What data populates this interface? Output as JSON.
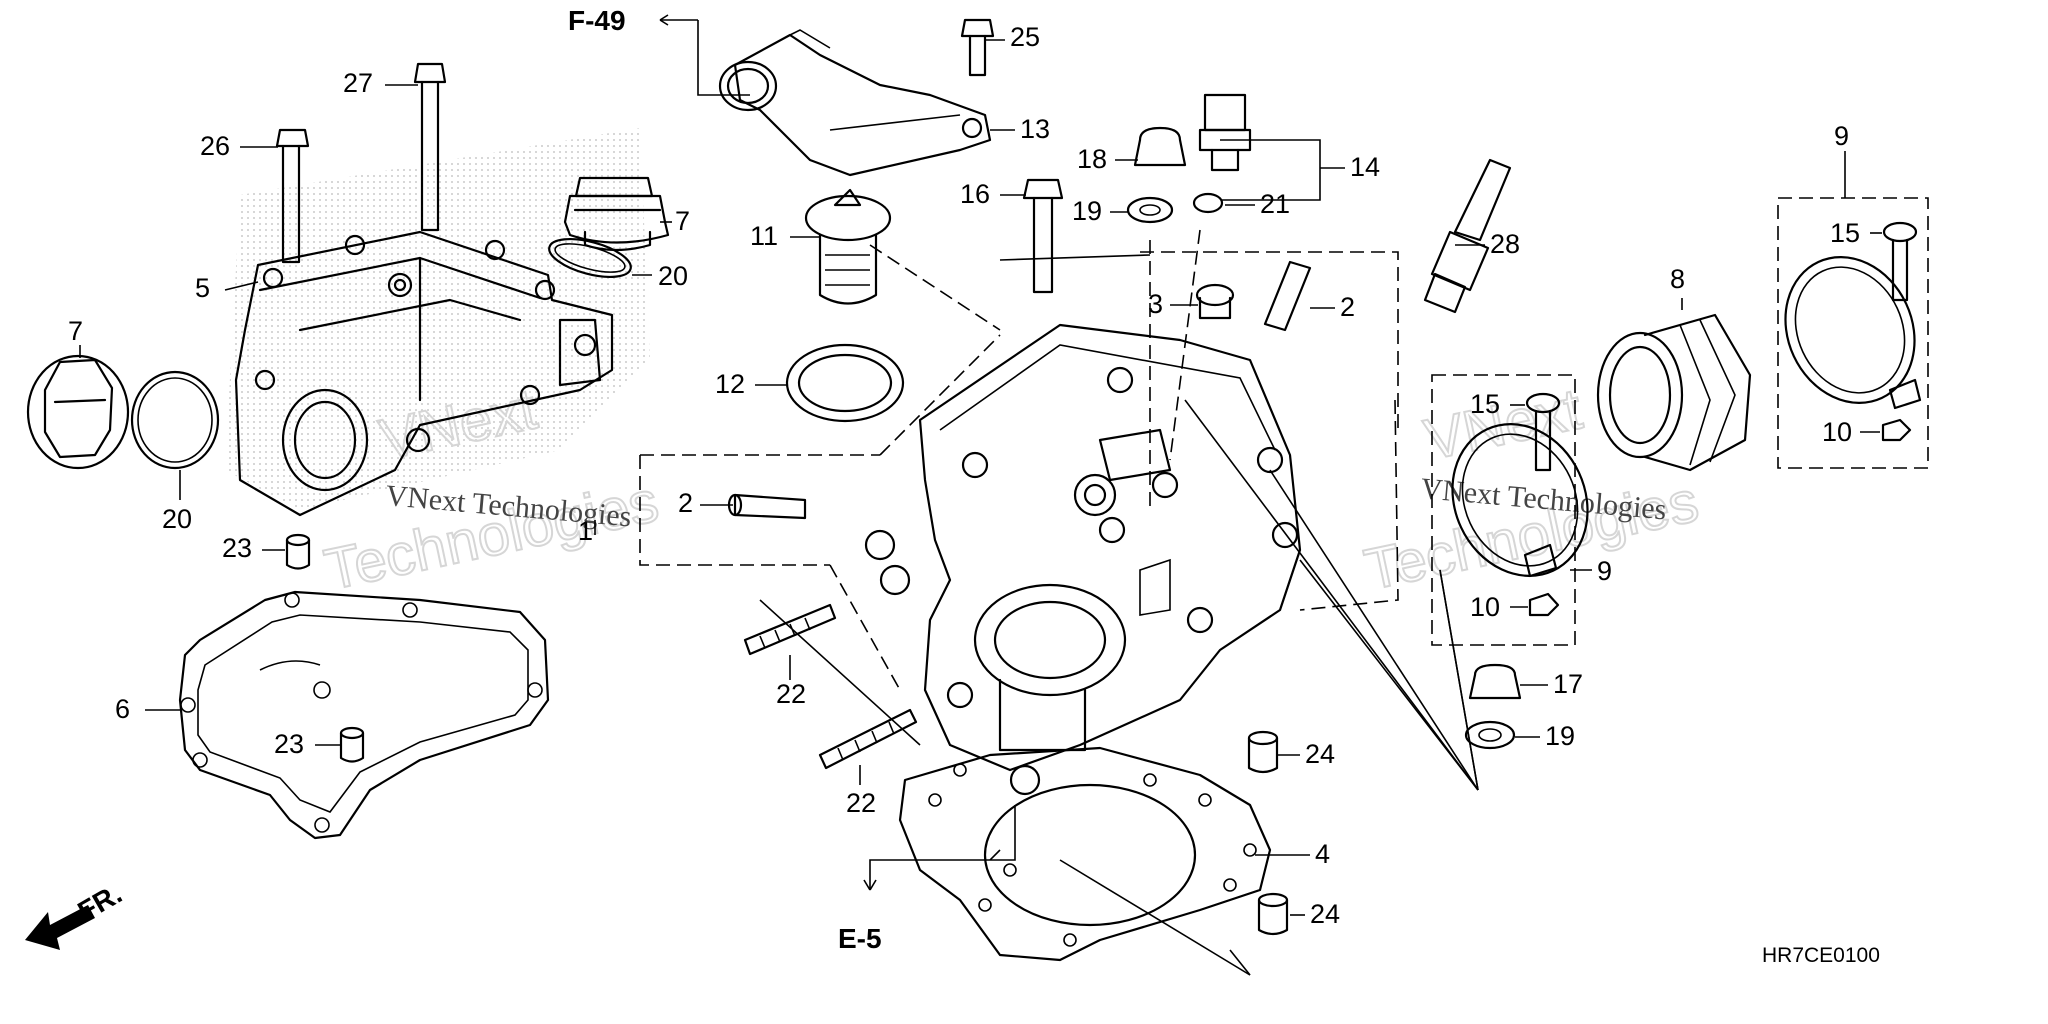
{
  "diagram": {
    "code": "HR7CE0100",
    "watermark": [
      "VNext",
      "Technologies",
      "VNext Technologies"
    ],
    "references": [
      "F-49",
      "E-5",
      "FR."
    ],
    "callouts": [
      "1",
      "2",
      "3",
      "4",
      "5",
      "6",
      "7",
      "8",
      "9",
      "10",
      "11",
      "12",
      "13",
      "14",
      "15",
      "16",
      "17",
      "18",
      "19",
      "20",
      "21",
      "22",
      "23",
      "24",
      "25",
      "26",
      "27",
      "28"
    ]
  }
}
